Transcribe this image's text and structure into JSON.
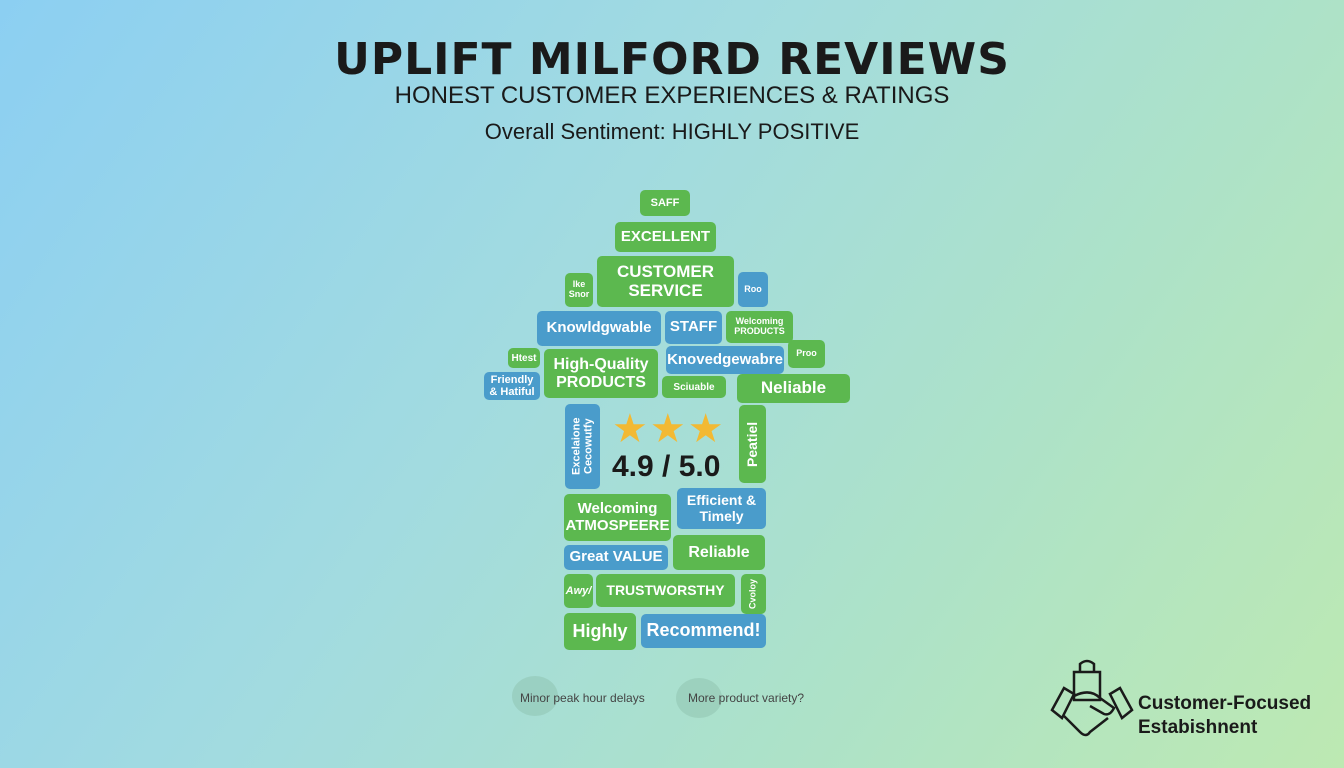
{
  "header": {
    "title": "UPLIFT MILFORD REVIEWS",
    "subtitle": "HONEST CUSTOMER EXPERIENCES & RATINGS",
    "sentiment": "Overall Sentiment: HIGHLY POSITIVE"
  },
  "bubbles": [
    "SAFF",
    "EXCELLENT",
    "CUSTOMER SERVICE",
    "Ike Snor",
    "Roo",
    "Knowldgwable",
    "STAFF",
    "Welcoming PRODUCTS",
    "Htest",
    "High-Quality PRODUCTS",
    "Knovedgewabre",
    "Proo",
    "Friendly & Hatiful",
    "Sciuable",
    "Neliable",
    "Excelaione Cecowutfy",
    "Peatiel",
    "Welcoming ATMOSPEERE",
    "Efficient & Timely",
    "Great VALUE",
    "Reliable",
    "Awy/",
    "TRUSTWORSTHY",
    "Cvoloy",
    "Highly",
    "Recommend!"
  ],
  "rating": {
    "stars": "★★★",
    "value": "4.9 / 5.0",
    "score": 4.9,
    "max": 5
  },
  "concerns": [
    "Minor peak hour delays",
    "More product variety?"
  ],
  "logo": {
    "line1": "Customer-Focused",
    "line2": "Estabishnent"
  },
  "colors": {
    "green": "#5cb84f",
    "blue": "#4a9ccb"
  }
}
